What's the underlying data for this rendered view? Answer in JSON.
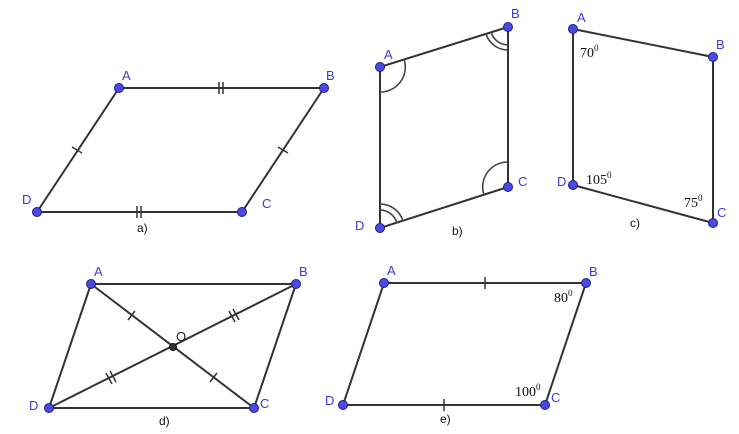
{
  "figures": {
    "a": {
      "caption": "a)",
      "vertices": {
        "A": "A",
        "B": "B",
        "C": "C",
        "D": "D"
      }
    },
    "b": {
      "caption": "b)",
      "vertices": {
        "A": "A",
        "B": "B",
        "C": "C",
        "D": "D"
      }
    },
    "c": {
      "caption": "c)",
      "vertices": {
        "A": "A",
        "B": "B",
        "C": "C",
        "D": "D"
      },
      "angles": {
        "A": {
          "value": "70",
          "unit": "0"
        },
        "D": {
          "value": "105",
          "unit": "0"
        },
        "C": {
          "value": "75",
          "unit": "0"
        }
      }
    },
    "d": {
      "caption": "d)",
      "vertices": {
        "A": "A",
        "B": "B",
        "C": "C",
        "D": "D"
      },
      "center": "O"
    },
    "e": {
      "caption": "e)",
      "vertices": {
        "A": "A",
        "B": "B",
        "C": "C",
        "D": "D"
      },
      "angles": {
        "B": {
          "value": "80",
          "unit": "0"
        },
        "C": {
          "value": "100",
          "unit": "0"
        }
      }
    }
  },
  "colors": {
    "vertex_point": "#4a4adf",
    "vertex_label": "#3b3bd6",
    "segment": "#333333"
  }
}
